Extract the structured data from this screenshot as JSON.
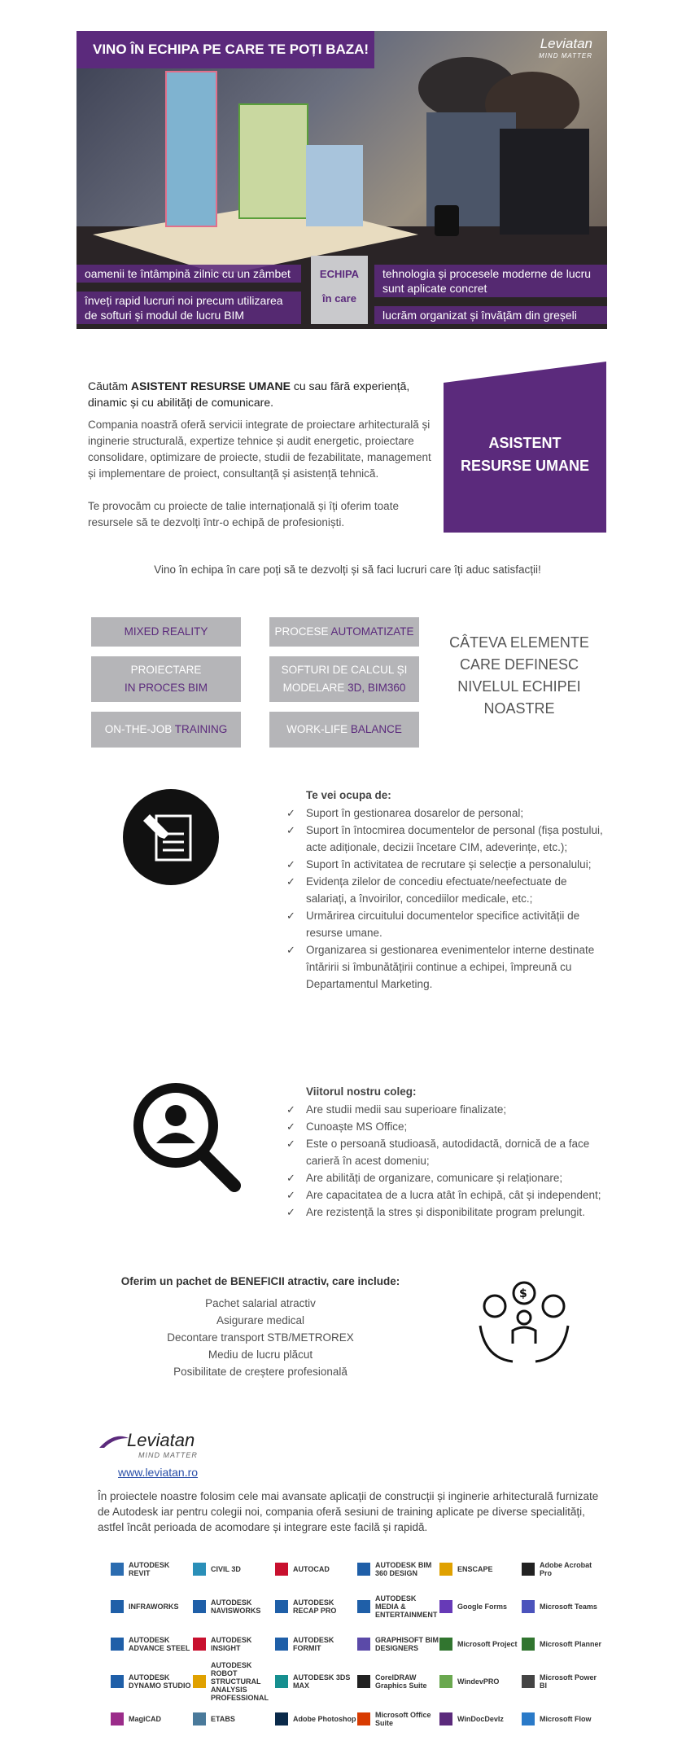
{
  "hero": {
    "title": "VINO ÎN ECHIPA PE CARE TE POȚI BAZA!",
    "logo_name": "Leviatan",
    "logo_tag": "MIND MATTER",
    "left": [
      "oamenii te întâmpină zilnic cu un zâmbet",
      "înveți rapid lucruri noi precum utilizarea de softuri și modul de lucru BIM"
    ],
    "center": [
      "ECHIPA",
      "în care"
    ],
    "right": [
      "tehnologia și procesele moderne de lucru sunt aplicate concret",
      "lucrăm organizat și învățăm din greșeli"
    ]
  },
  "intro": {
    "seek_pre": "Căutăm ",
    "seek_role": "ASISTENT RESURSE UMANE",
    "seek_post": " cu sau fără experiență, dinamic și cu abilități de comunicare.",
    "p1": "Compania noastră oferă servicii integrate de proiectare arhitecturală și inginerie structurală, expertize tehnice și audit energetic, proiectare consolidare, optimizare de proiecte, studii de fezabilitate, management și implementare de proiect, consultanță și asistență tehnică.",
    "p2": "Te provocăm cu proiecte de talie internațională și îți oferim toate resursele să te dezvolți într-o echipă de profesioniști.",
    "badge": "ASISTENT RESURSE UMANE"
  },
  "tagline": "Vino în echipa în care poți să te dezvolți și să faci lucruri care îți aduc satisfacții!",
  "features": {
    "b1": "MIXED REALITY",
    "b2_w": "PROCESE ",
    "b2_p": "AUTOMATIZATE",
    "b3_w": "PROIECTARE",
    "b3_p": "IN PROCES BIM",
    "b4_w1": "SOFTURI DE CALCUL ȘI",
    "b4_w2": "MODELARE ",
    "b4_p": "3D, BIM360",
    "b5_w": "ON-THE-JOB ",
    "b5_p": "TRAINING",
    "b6_w": "WORK-LIFE ",
    "b6_p": "BALANCE",
    "heading": "CÂTEVA ELEMENTE CARE DEFINESC NIVELUL ECHIPEI NOASTRE"
  },
  "duties": {
    "title": "Te vei ocupa de:",
    "items": [
      "Suport în gestionarea dosarelor de personal;",
      "Suport în întocmirea documentelor de personal (fișa postului, acte adiționale, decizii încetare CIM, adeverințe, etc.);",
      "Suport în activitatea de recrutare și selecție a personalului;",
      "Evidența zilelor de concediu efectuate/neefectuate de salariați, a învoirilor, concediilor medicale, etc.;",
      "Urmărirea circuitului documentelor specifice activității de resurse umane.",
      "Organizarea si gestionarea evenimentelor interne destinate întăririi si îmbunătățirii continue a echipei, împreună cu Departamentul Marketing."
    ]
  },
  "profile": {
    "title": "Viitorul nostru coleg:",
    "items": [
      "Are studii medii sau superioare finalizate;",
      "Cunoaște MS Office;",
      "Este o persoană studioasă, autodidactă, dornică de a face carieră în acest domeniu;",
      "Are abilități de organizare, comunicare și relaționare;",
      "Are capacitatea de a lucra atât în echipă, cât și independent;",
      "Are rezistență la stres și disponibilitate program prelungit."
    ]
  },
  "benefits": {
    "title": "Oferim un pachet de BENEFICII atractiv, care include:",
    "items": [
      "Pachet salarial atractiv",
      "Asigurare medical",
      "Decontare transport STB/METROREX",
      "Mediu de lucru plăcut",
      "Posibilitate de creștere profesională"
    ]
  },
  "footer": {
    "logo_name": "Leviatan",
    "logo_tag": "MIND MATTER",
    "url": "www.leviatan.ro",
    "text": "În proiectele noastre folosim cele mai avansate aplicații de construcții și inginerie arhitecturală furnizate de Autodesk iar pentru colegii noi, compania oferă sesiuni de training aplicate pe diverse specialități, astfel încât perioada de acomodare și integrare este facilă și rapidă."
  },
  "software": [
    {
      "name": "AUTODESK REVIT",
      "color": "#2b6cb0"
    },
    {
      "name": "CIVIL 3D",
      "color": "#2a8fb8"
    },
    {
      "name": "AUTOCAD",
      "color": "#c8102e"
    },
    {
      "name": "AUTODESK BIM 360 DESIGN",
      "color": "#1f5fa8"
    },
    {
      "name": "ENSCAPE",
      "color": "#e0a100"
    },
    {
      "name": "Adobe Acrobat Pro",
      "color": "#222222"
    },
    {
      "name": "INFRAWORKS",
      "color": "#1f5fa8"
    },
    {
      "name": "AUTODESK NAVISWORKS",
      "color": "#1f5fa8"
    },
    {
      "name": "AUTODESK RECAP PRO",
      "color": "#1f5fa8"
    },
    {
      "name": "AUTODESK MEDIA & ENTERTAINMENT",
      "color": "#1f5fa8"
    },
    {
      "name": "Google Forms",
      "color": "#673ab7"
    },
    {
      "name": "Microsoft Teams",
      "color": "#4b53bc"
    },
    {
      "name": "AUTODESK ADVANCE STEEL",
      "color": "#1f5fa8"
    },
    {
      "name": "AUTODESK INSIGHT",
      "color": "#c8102e"
    },
    {
      "name": "AUTODESK FORMIT",
      "color": "#1f5fa8"
    },
    {
      "name": "GRAPHISOFT BIM DESIGNERS",
      "color": "#5b4aa8"
    },
    {
      "name": "Microsoft Project",
      "color": "#31752f"
    },
    {
      "name": "Microsoft Planner",
      "color": "#31752f"
    },
    {
      "name": "AUTODESK DYNAMO STUDIO",
      "color": "#1f5fa8"
    },
    {
      "name": "AUTODESK ROBOT STRUCTURAL ANALYSIS PROFESSIONAL",
      "color": "#e0a100"
    },
    {
      "name": "AUTODESK 3DS MAX",
      "color": "#168f8f"
    },
    {
      "name": "CorelDRAW Graphics Suite",
      "color": "#222222"
    },
    {
      "name": "WindevPRO",
      "color": "#6aa84f"
    },
    {
      "name": "Microsoft Power BI",
      "color": "#444444"
    },
    {
      "name": "MagiCAD",
      "color": "#9b2c8a"
    },
    {
      "name": "ETABS",
      "color": "#4a7a9b"
    },
    {
      "name": "Adobe Photoshop",
      "color": "#0a2a4a"
    },
    {
      "name": "Microsoft Office Suite",
      "color": "#d83b01"
    },
    {
      "name": "WinDocDevIz",
      "color": "#5b2a7c"
    },
    {
      "name": "Microsoft Flow",
      "color": "#2a7ac8"
    }
  ],
  "colors": {
    "brand": "#5b2a7c",
    "grey_box": "#b5b5b8"
  }
}
